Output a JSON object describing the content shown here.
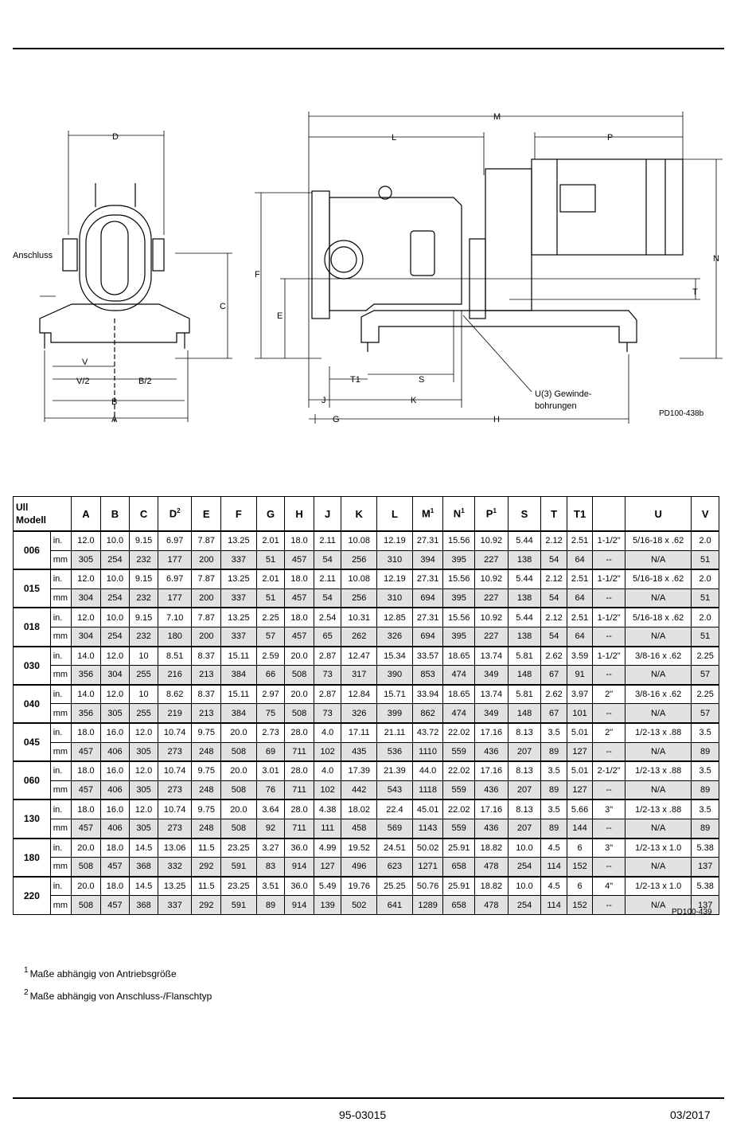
{
  "drawing": {
    "front_labels": [
      "D",
      "Anschluss",
      "C",
      "V",
      "V/2",
      "B/2",
      "B",
      "A"
    ],
    "side_labels": [
      "M",
      "L",
      "P",
      "N",
      "F",
      "E",
      "T",
      "T1",
      "S",
      "J",
      "K",
      "G",
      "H"
    ],
    "callout": [
      "U(3) Gewinde-",
      "bohrungen"
    ],
    "drawing_ref": "PD100-438b"
  },
  "table": {
    "header": {
      "model_line1": "Ull",
      "model_line2": "Modell",
      "columns": [
        {
          "label": "A"
        },
        {
          "label": "B"
        },
        {
          "label": "C"
        },
        {
          "label": "D",
          "sup": "2"
        },
        {
          "label": "E"
        },
        {
          "label": "F"
        },
        {
          "label": "G"
        },
        {
          "label": "H"
        },
        {
          "label": "J"
        },
        {
          "label": "K"
        },
        {
          "label": "L"
        },
        {
          "label": "M",
          "sup": "1"
        },
        {
          "label": "N",
          "sup": "1"
        },
        {
          "label": "P",
          "sup": "1"
        },
        {
          "label": "S"
        },
        {
          "label": "T"
        },
        {
          "label": "T1"
        },
        {
          "label": ""
        },
        {
          "label": "U"
        },
        {
          "label": "V"
        }
      ]
    },
    "models": [
      {
        "model": "006",
        "in": [
          "in.",
          "12.0",
          "10.0",
          "9.15",
          "6.97",
          "7.87",
          "13.25",
          "2.01",
          "18.0",
          "2.11",
          "10.08",
          "12.19",
          "27.31",
          "15.56",
          "10.92",
          "5.44",
          "2.12",
          "2.51",
          "1-1/2\"",
          "5/16-18 x .62",
          "2.0"
        ],
        "mm": [
          "mm",
          "305",
          "254",
          "232",
          "177",
          "200",
          "337",
          "51",
          "457",
          "54",
          "256",
          "310",
          "394",
          "395",
          "227",
          "138",
          "54",
          "64",
          "--",
          "N/A",
          "51"
        ]
      },
      {
        "model": "015",
        "in": [
          "in.",
          "12.0",
          "10.0",
          "9.15",
          "6.97",
          "7.87",
          "13.25",
          "2.01",
          "18.0",
          "2.11",
          "10.08",
          "12.19",
          "27.31",
          "15.56",
          "10.92",
          "5.44",
          "2.12",
          "2.51",
          "1-1/2\"",
          "5/16-18 x .62",
          "2.0"
        ],
        "mm": [
          "mm",
          "304",
          "254",
          "232",
          "177",
          "200",
          "337",
          "51",
          "457",
          "54",
          "256",
          "310",
          "694",
          "395",
          "227",
          "138",
          "54",
          "64",
          "--",
          "N/A",
          "51"
        ]
      },
      {
        "model": "018",
        "in": [
          "in.",
          "12.0",
          "10.0",
          "9.15",
          "7.10",
          "7.87",
          "13.25",
          "2.25",
          "18.0",
          "2.54",
          "10.31",
          "12.85",
          "27.31",
          "15.56",
          "10.92",
          "5.44",
          "2.12",
          "2.51",
          "1-1/2\"",
          "5/16-18 x .62",
          "2.0"
        ],
        "mm": [
          "mm",
          "304",
          "254",
          "232",
          "180",
          "200",
          "337",
          "57",
          "457",
          "65",
          "262",
          "326",
          "694",
          "395",
          "227",
          "138",
          "54",
          "64",
          "--",
          "N/A",
          "51"
        ]
      },
      {
        "model": "030",
        "in": [
          "in.",
          "14.0",
          "12.0",
          "10",
          "8.51",
          "8.37",
          "15.11",
          "2.59",
          "20.0",
          "2.87",
          "12.47",
          "15.34",
          "33.57",
          "18.65",
          "13.74",
          "5.81",
          "2.62",
          "3.59",
          "1-1/2\"",
          "3/8-16 x .62",
          "2.25"
        ],
        "mm": [
          "mm",
          "356",
          "304",
          "255",
          "216",
          "213",
          "384",
          "66",
          "508",
          "73",
          "317",
          "390",
          "853",
          "474",
          "349",
          "148",
          "67",
          "91",
          "--",
          "N/A",
          "57"
        ]
      },
      {
        "model": "040",
        "in": [
          "in.",
          "14.0",
          "12.0",
          "10",
          "8.62",
          "8.37",
          "15.11",
          "2.97",
          "20.0",
          "2.87",
          "12.84",
          "15.71",
          "33.94",
          "18.65",
          "13.74",
          "5.81",
          "2.62",
          "3.97",
          "2\"",
          "3/8-16 x .62",
          "2.25"
        ],
        "mm": [
          "mm",
          "356",
          "305",
          "255",
          "219",
          "213",
          "384",
          "75",
          "508",
          "73",
          "326",
          "399",
          "862",
          "474",
          "349",
          "148",
          "67",
          "101",
          "--",
          "N/A",
          "57"
        ]
      },
      {
        "model": "045",
        "in": [
          "in.",
          "18.0",
          "16.0",
          "12.0",
          "10.74",
          "9.75",
          "20.0",
          "2.73",
          "28.0",
          "4.0",
          "17.11",
          "21.11",
          "43.72",
          "22.02",
          "17.16",
          "8.13",
          "3.5",
          "5.01",
          "2\"",
          "1/2-13 x .88",
          "3.5"
        ],
        "mm": [
          "mm",
          "457",
          "406",
          "305",
          "273",
          "248",
          "508",
          "69",
          "711",
          "102",
          "435",
          "536",
          "1110",
          "559",
          "436",
          "207",
          "89",
          "127",
          "--",
          "N/A",
          "89"
        ]
      },
      {
        "model": "060",
        "in": [
          "in.",
          "18.0",
          "16.0",
          "12.0",
          "10.74",
          "9.75",
          "20.0",
          "3.01",
          "28.0",
          "4.0",
          "17.39",
          "21.39",
          "44.0",
          "22.02",
          "17.16",
          "8.13",
          "3.5",
          "5.01",
          "2-1/2\"",
          "1/2-13 x .88",
          "3.5"
        ],
        "mm": [
          "mm",
          "457",
          "406",
          "305",
          "273",
          "248",
          "508",
          "76",
          "711",
          "102",
          "442",
          "543",
          "1118",
          "559",
          "436",
          "207",
          "89",
          "127",
          "--",
          "N/A",
          "89"
        ]
      },
      {
        "model": "130",
        "in": [
          "in.",
          "18.0",
          "16.0",
          "12.0",
          "10.74",
          "9.75",
          "20.0",
          "3.64",
          "28.0",
          "4.38",
          "18.02",
          "22.4",
          "45.01",
          "22.02",
          "17.16",
          "8.13",
          "3.5",
          "5.66",
          "3\"",
          "1/2-13 x .88",
          "3.5"
        ],
        "mm": [
          "mm",
          "457",
          "406",
          "305",
          "273",
          "248",
          "508",
          "92",
          "711",
          "111",
          "458",
          "569",
          "1143",
          "559",
          "436",
          "207",
          "89",
          "144",
          "--",
          "N/A",
          "89"
        ]
      },
      {
        "model": "180",
        "in": [
          "in.",
          "20.0",
          "18.0",
          "14.5",
          "13.06",
          "11.5",
          "23.25",
          "3.27",
          "36.0",
          "4.99",
          "19.52",
          "24.51",
          "50.02",
          "25.91",
          "18.82",
          "10.0",
          "4.5",
          "6",
          "3\"",
          "1/2-13 x 1.0",
          "5.38"
        ],
        "mm": [
          "mm",
          "508",
          "457",
          "368",
          "332",
          "292",
          "591",
          "83",
          "914",
          "127",
          "496",
          "623",
          "1271",
          "658",
          "478",
          "254",
          "114",
          "152",
          "--",
          "N/A",
          "137"
        ]
      },
      {
        "model": "220",
        "in": [
          "in.",
          "20.0",
          "18.0",
          "14.5",
          "13.25",
          "11.5",
          "23.25",
          "3.51",
          "36.0",
          "5.49",
          "19.76",
          "25.25",
          "50.76",
          "25.91",
          "18.82",
          "10.0",
          "4.5",
          "6",
          "4\"",
          "1/2-13 x 1.0",
          "5.38"
        ],
        "mm": [
          "mm",
          "508",
          "457",
          "368",
          "337",
          "292",
          "591",
          "89",
          "914",
          "139",
          "502",
          "641",
          "1289",
          "658",
          "478",
          "254",
          "114",
          "152",
          "--",
          "N/A",
          "137"
        ]
      }
    ],
    "table_ref": "PD100-439"
  },
  "footnotes": [
    {
      "mark": "1",
      "text": "Maße abhängig von Antriebsgröße"
    },
    {
      "mark": "2",
      "text": "Maße abhängig von Anschluss-/Flanschtyp"
    }
  ],
  "footer": {
    "doc_number": "95-03015",
    "date": "03/2017"
  }
}
